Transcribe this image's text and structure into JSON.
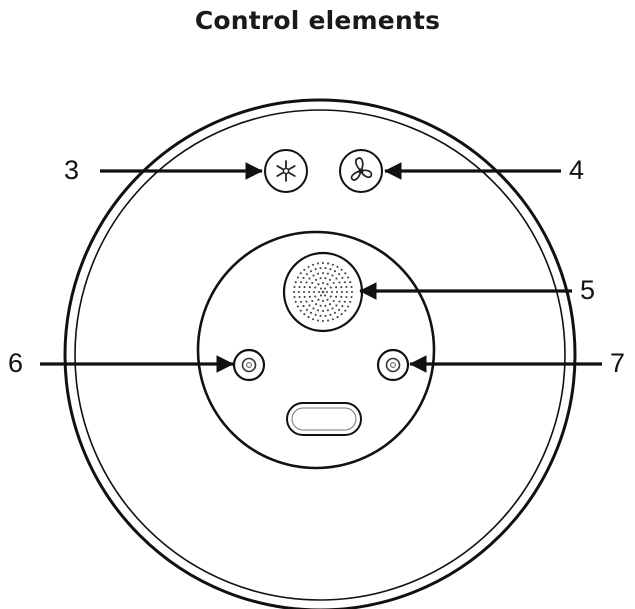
{
  "title": "Control elements",
  "callouts": [
    {
      "id": "3",
      "label": "3"
    },
    {
      "id": "4",
      "label": "4"
    },
    {
      "id": "5",
      "label": "5"
    },
    {
      "id": "6",
      "label": "6"
    },
    {
      "id": "7",
      "label": "7"
    }
  ],
  "icons": {
    "button_3": "snowflake-icon",
    "button_4": "fan-icon",
    "speaker": "speaker-grille-icon",
    "button_6": "camera-lens-icon",
    "button_7": "camera-lens-icon",
    "slot": "slot-icon"
  },
  "colors": {
    "line": "#111111",
    "background": "#ffffff"
  }
}
